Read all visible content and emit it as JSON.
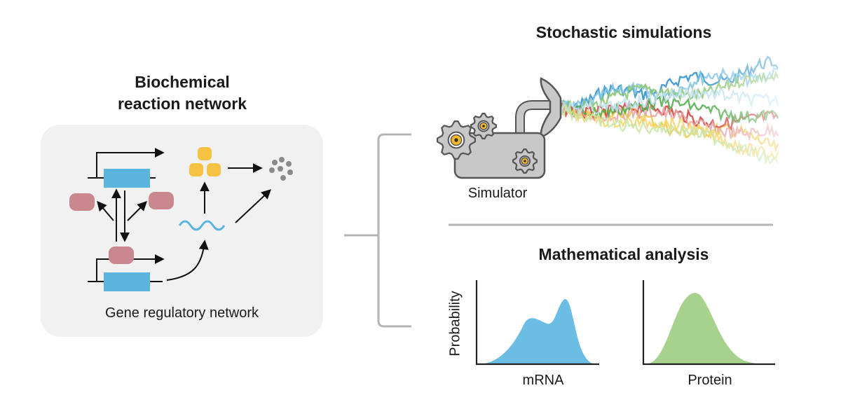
{
  "left": {
    "title_line1": "Biochemical",
    "title_line2": "reaction network",
    "caption": "Gene regulatory network"
  },
  "right": {
    "top_title": "Stochastic simulations",
    "simulator_label": "Simulator",
    "bottom_title": "Mathematical analysis",
    "ylabel": "Probability",
    "mrna_label": "mRNA",
    "protein_label": "Protein"
  },
  "colors": {
    "gene_box": "#5ab4dc",
    "protein": "#c9878e",
    "yellow_protein": "#f6c244",
    "mrna_dist": "#6bbde3",
    "protein_dist": "#a6d28e",
    "bracket": "#b5b5b5",
    "trajectories": [
      "#2b8fc9",
      "#7cc2e6",
      "#f3c53a",
      "#8cc56d",
      "#d43a3a",
      "#e6a2a2",
      "#4faa4a",
      "#f7d56b",
      "#bfe1f2",
      "#c8e5a8"
    ]
  }
}
